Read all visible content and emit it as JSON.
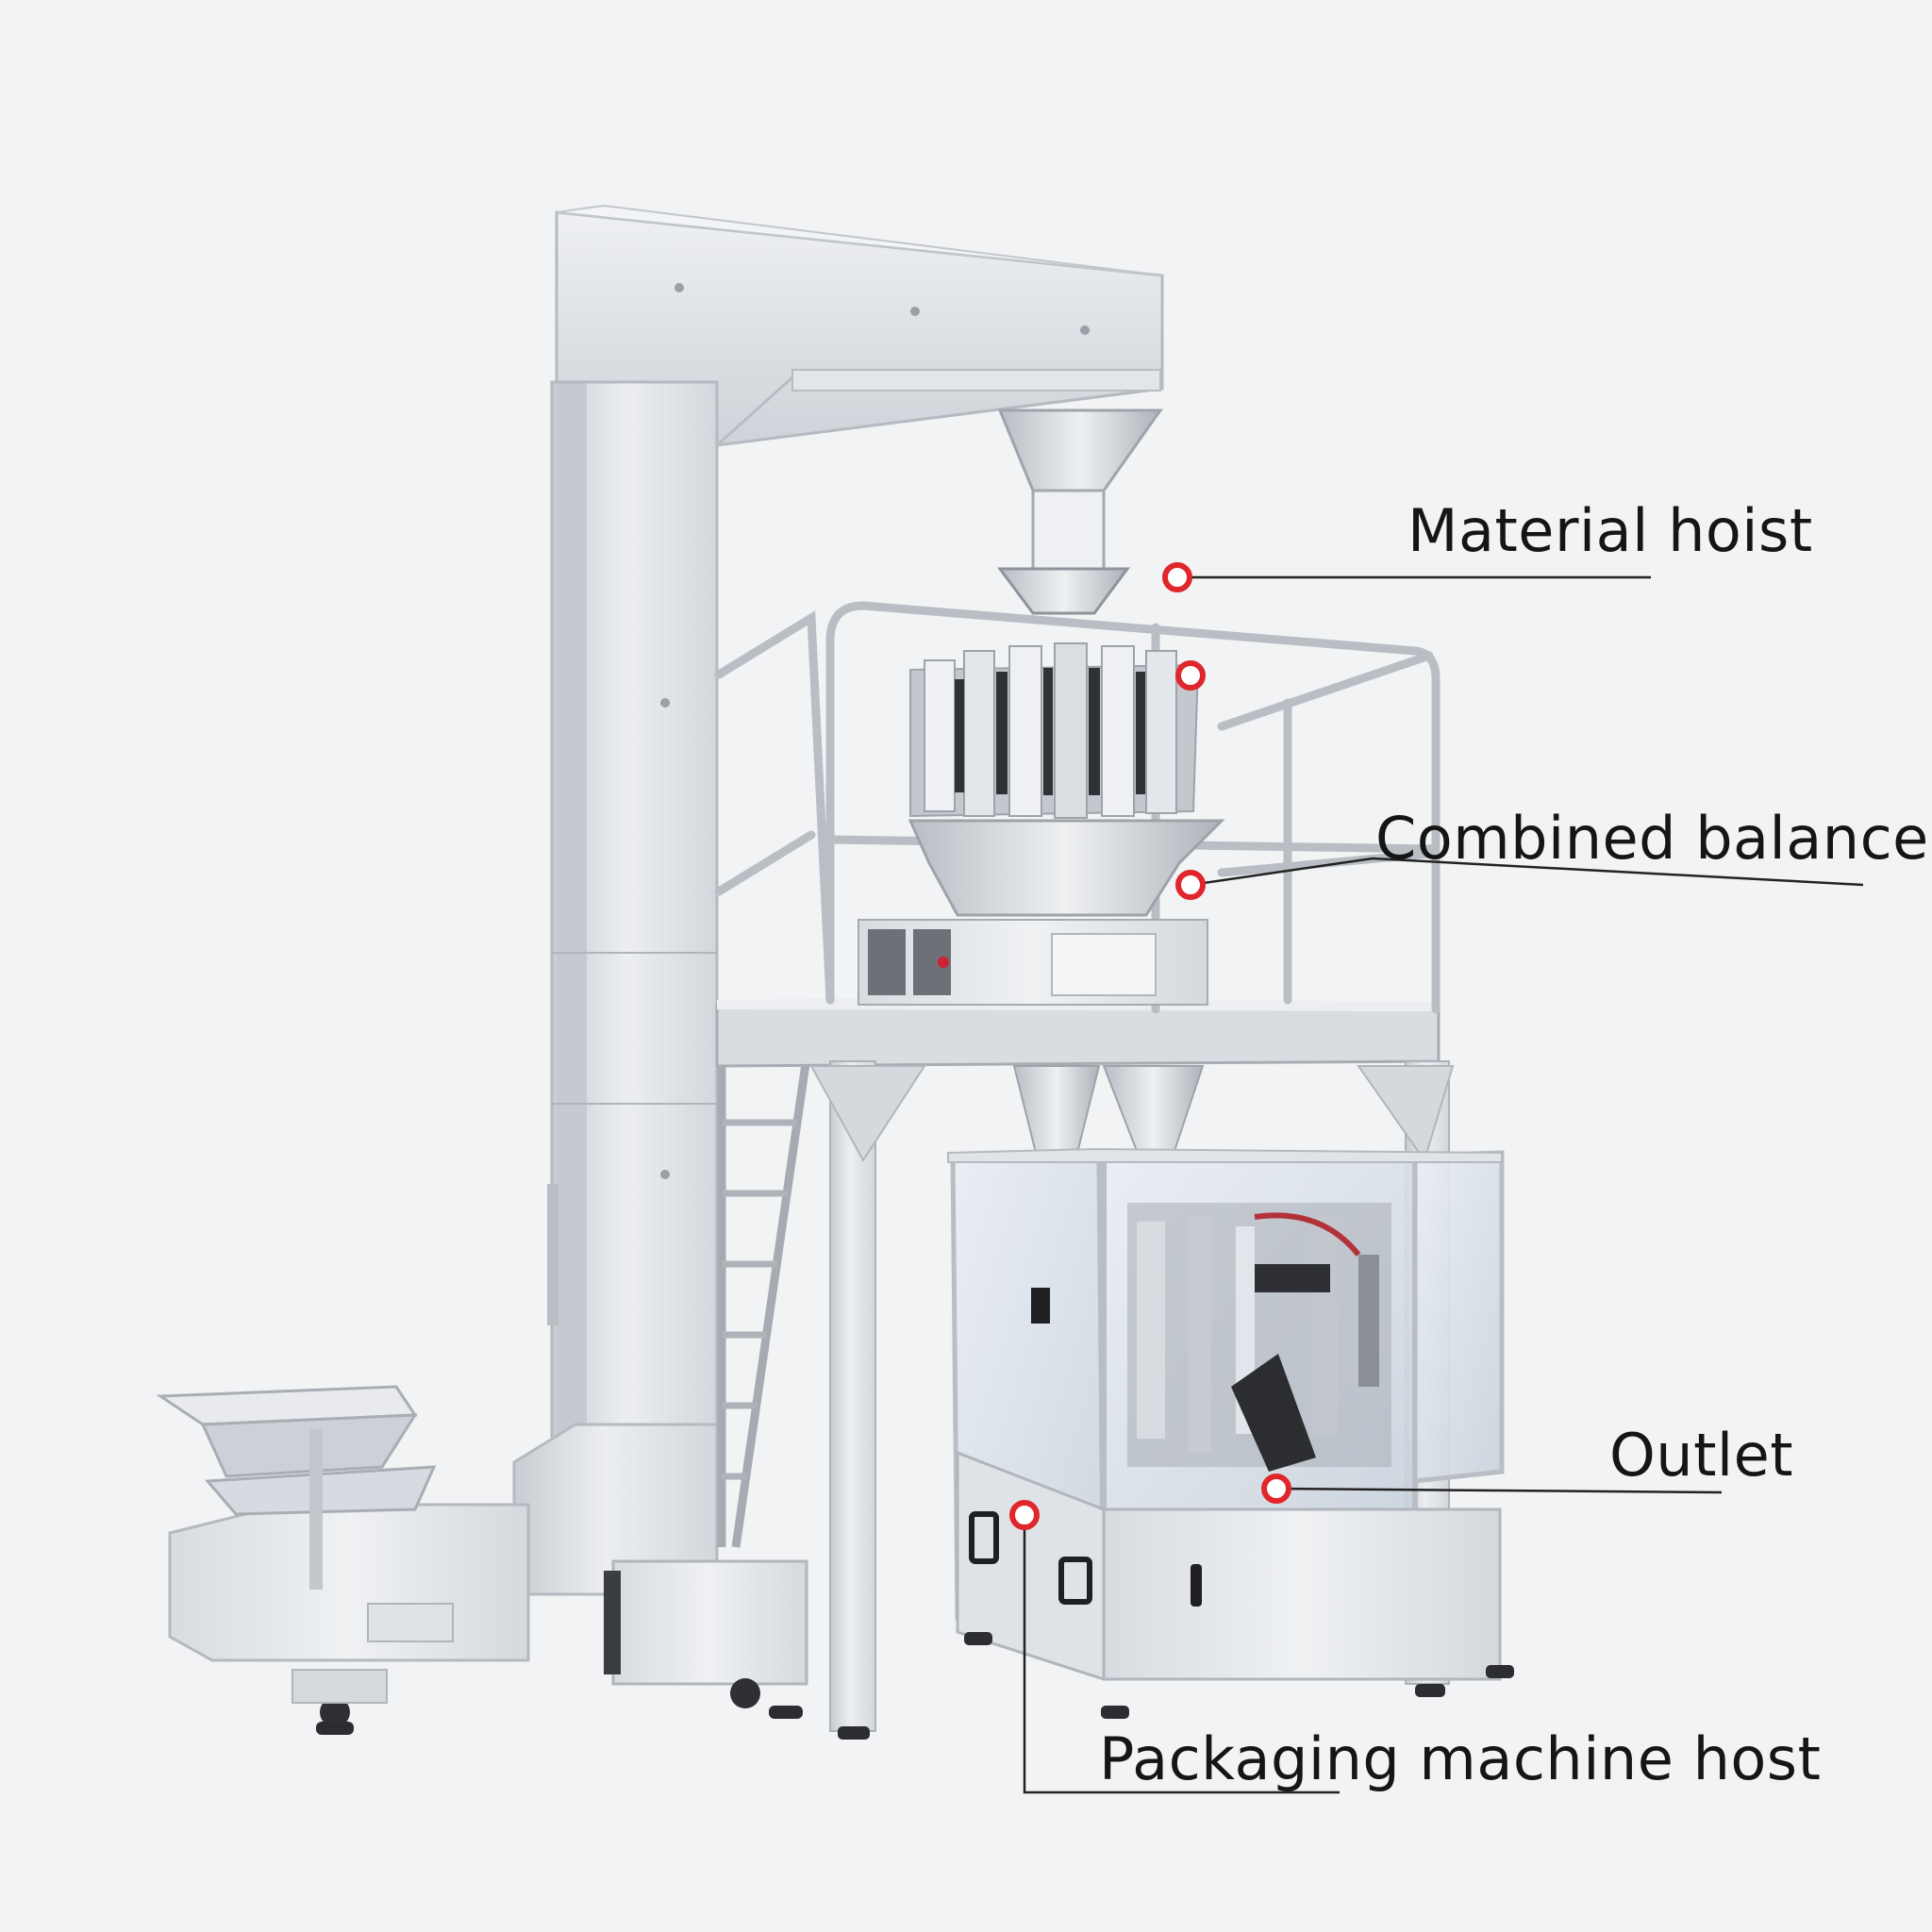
{
  "callouts": {
    "material_hoist": "Material hoist",
    "combined_balance": "Combined balance",
    "outlet": "Outlet",
    "packaging_machine_host": "Packaging machine host"
  },
  "colors": {
    "background": "#f2f3f5",
    "steel_light": "#e4e6ea",
    "steel_mid": "#cdd0d6",
    "steel_dark": "#a7abb3",
    "marker_red": "#e0262b",
    "leader_line": "#222222",
    "text": "#151515"
  }
}
